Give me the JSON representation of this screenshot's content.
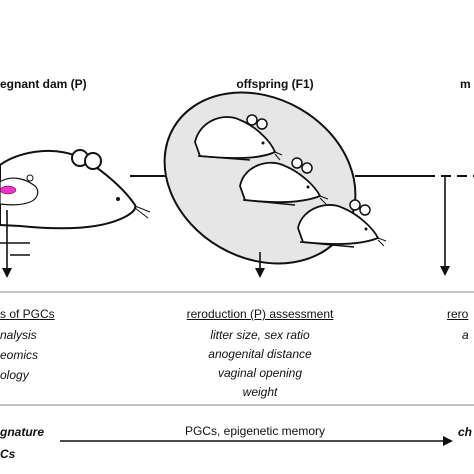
{
  "headers": {
    "left": "egnant dam (P)",
    "center": "offspring (F1)",
    "right": "m"
  },
  "left_panel": {
    "title": "s of PGCs",
    "items": [
      "nalysis",
      "eomics",
      "ology"
    ]
  },
  "center_panel": {
    "title": "reroduction (P) assessment",
    "items": [
      "litter size, sex ratio",
      "anogenital distance",
      "vaginal opening",
      "weight"
    ]
  },
  "right_panel": {
    "title": "rero",
    "items": [
      "a"
    ]
  },
  "bottom": {
    "left_label": "gnature",
    "left_sublabel": "Cs",
    "middle_label": "PGCs, epigenetic memory",
    "right_label": "ch"
  },
  "colors": {
    "stroke": "#111111",
    "ellipse_fill": "#e6e6e6",
    "mouse_fill": "#ffffff",
    "embryo_fill": "#ee33cc",
    "divider": "#888888"
  }
}
